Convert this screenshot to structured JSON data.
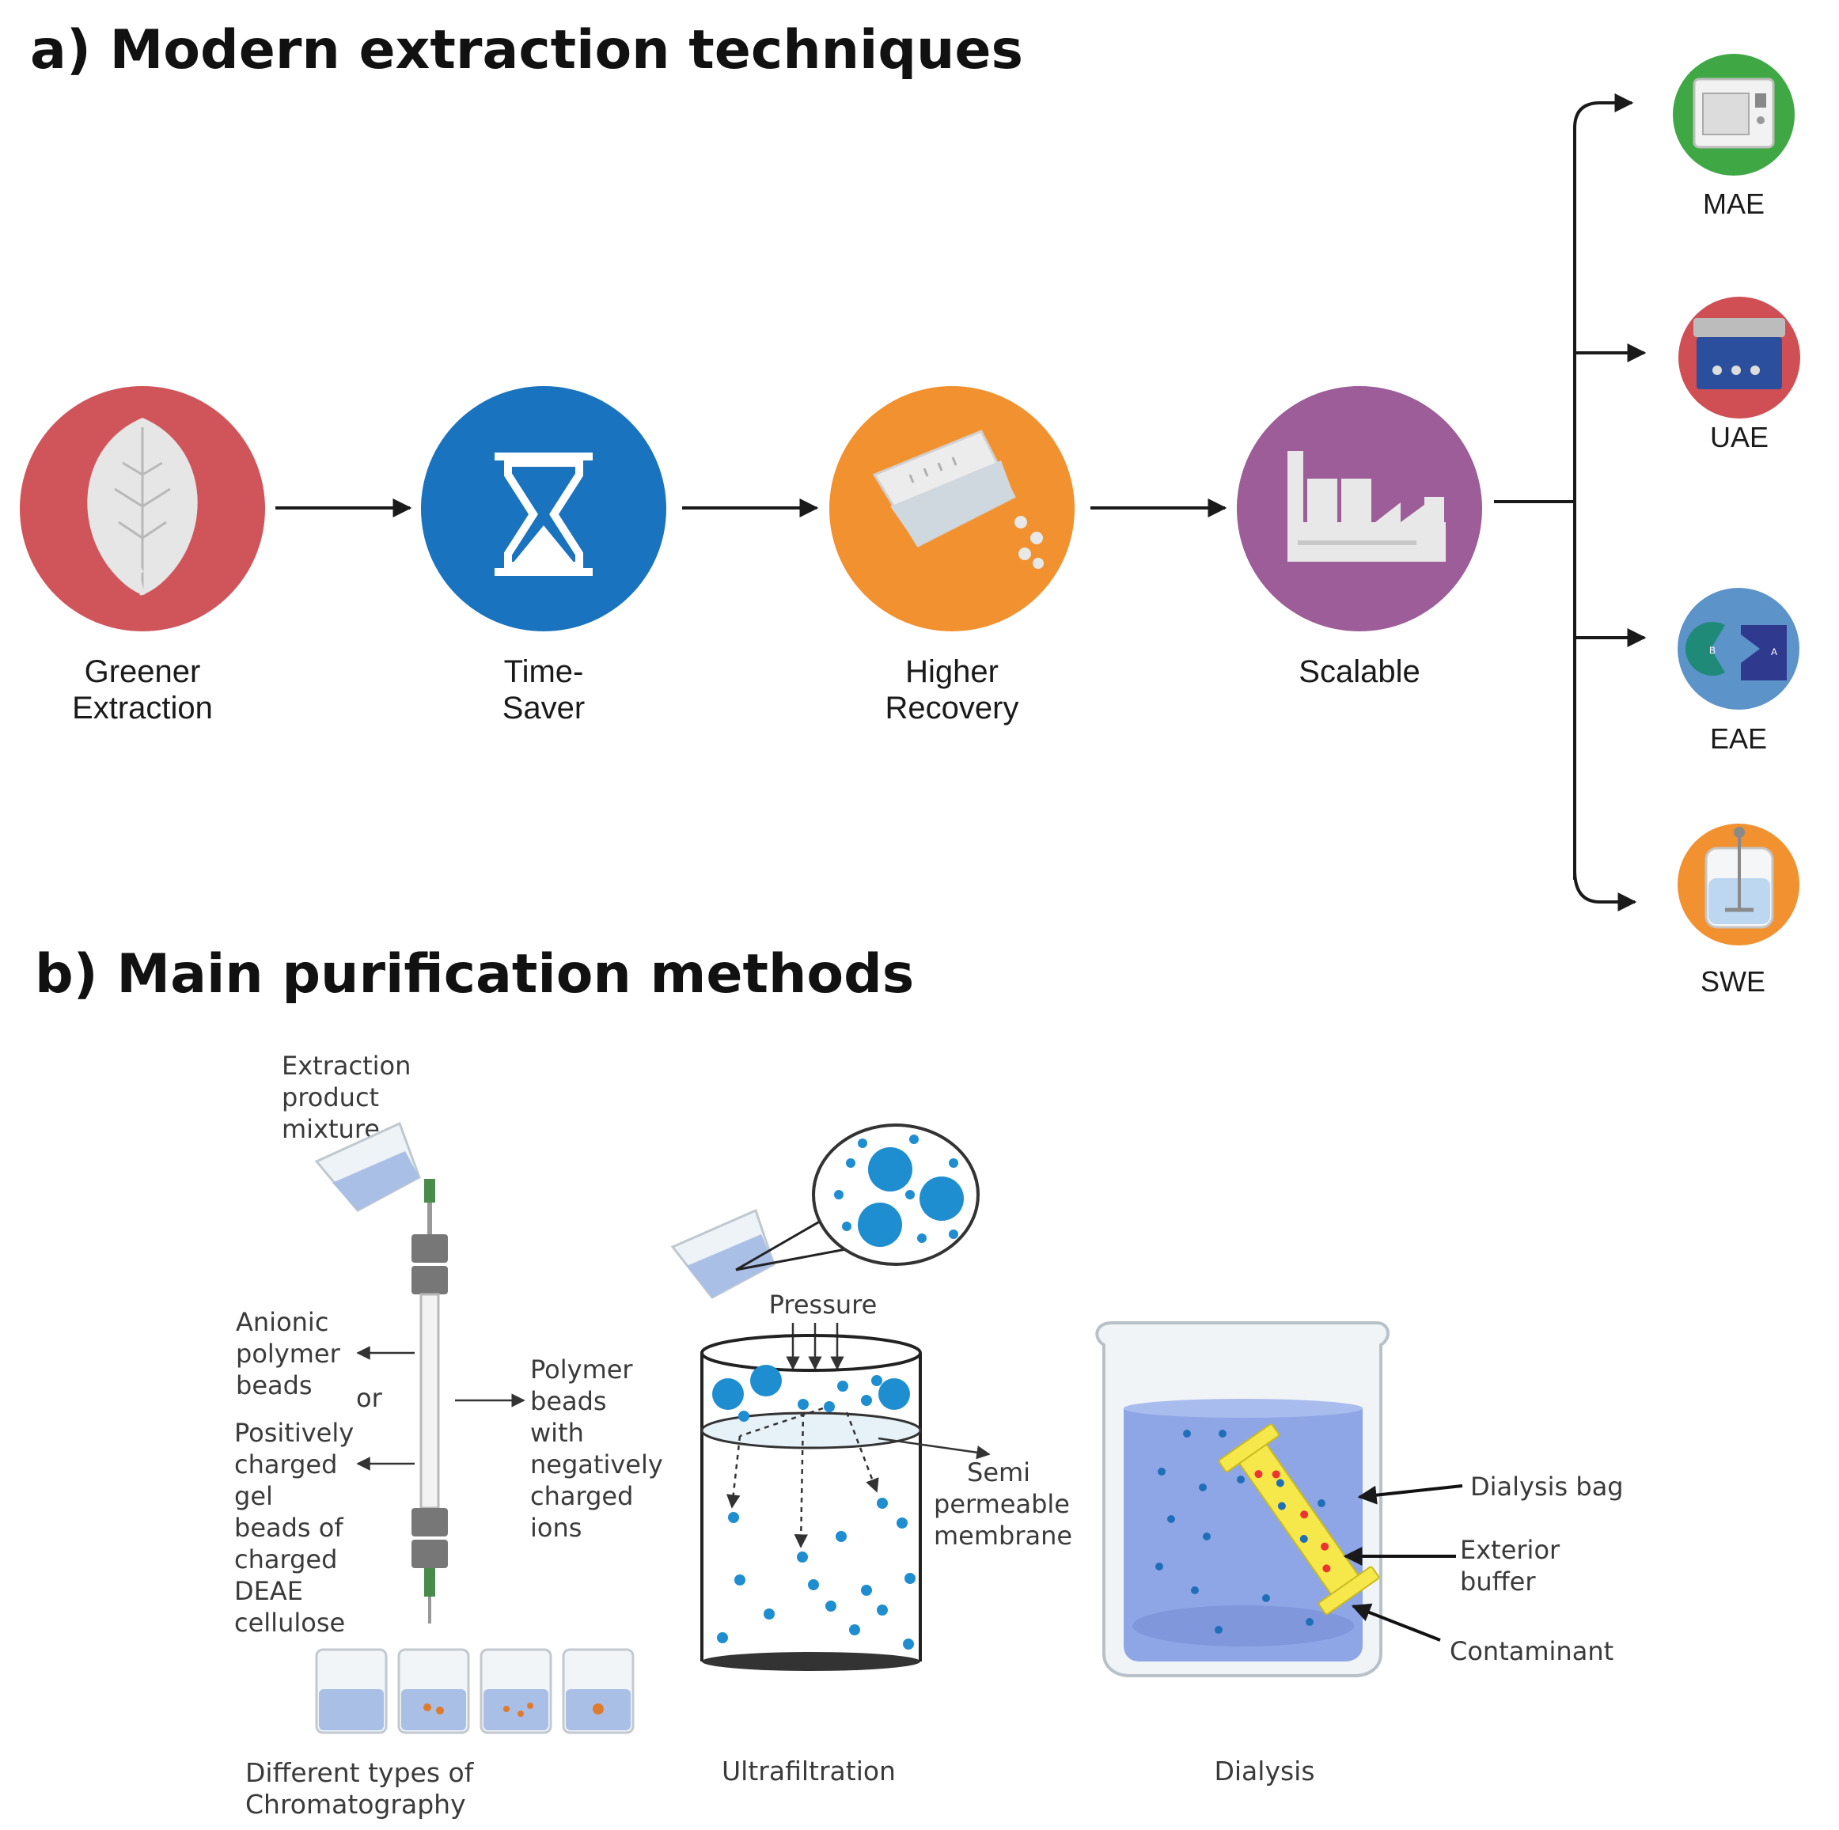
{
  "section_a": {
    "title": "a) Modern extraction techniques",
    "steps": [
      {
        "line1": "Greener",
        "line2": "Extraction",
        "icon": "leaf-icon",
        "color": "#d0555a"
      },
      {
        "line1": "Time-",
        "line2": "Saver",
        "icon": "hourglass-icon",
        "color": "#1a73be"
      },
      {
        "line1": "Higher",
        "line2": "Recovery",
        "icon": "beaker-pour-icon",
        "color": "#f2912f"
      },
      {
        "line1": "Scalable",
        "line2": "",
        "icon": "factory-icon",
        "color": "#9c5d98"
      }
    ],
    "methods": [
      {
        "label": "MAE",
        "icon": "microwave-icon",
        "color": "#3fa845"
      },
      {
        "label": "UAE",
        "icon": "ultrasonic-bath-icon",
        "color": "#cf4f55"
      },
      {
        "label": "EAE",
        "icon": "enzyme-icon",
        "color": "#5c93c9"
      },
      {
        "label": "SWE",
        "icon": "stirred-vessel-icon",
        "color": "#f2912f"
      }
    ]
  },
  "section_b": {
    "title": "b) Main purification methods",
    "chromatography": {
      "mixture": [
        "Extraction",
        "product",
        "mixture"
      ],
      "anionic": [
        "Anionic",
        "polymer",
        "beads"
      ],
      "or": "or",
      "positive": [
        "Positively",
        "charged",
        "gel",
        "beads of",
        "charged",
        "DEAE",
        "cellulose"
      ],
      "polymer": [
        "Polymer",
        "beads",
        "with",
        "negatively",
        "charged",
        "ions"
      ],
      "caption": [
        "Different types of",
        "Chromatography"
      ]
    },
    "ultrafiltration": {
      "pressure": "Pressure",
      "membrane": [
        "Semi",
        "permeable",
        "membrane"
      ],
      "caption": "Ultrafiltration"
    },
    "dialysis": {
      "bag": "Dialysis bag",
      "buffer": [
        "Exterior",
        "buffer"
      ],
      "contaminant": "Contaminant",
      "caption": "Dialysis"
    }
  }
}
